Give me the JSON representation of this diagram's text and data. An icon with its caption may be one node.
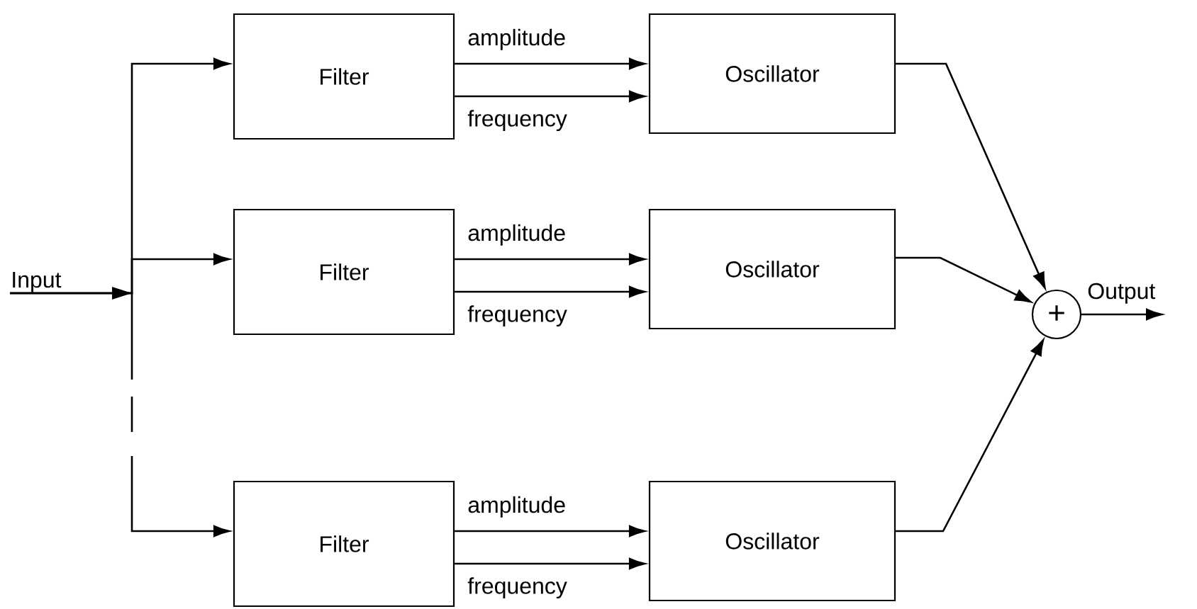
{
  "diagram": {
    "nodes": [
      {
        "text": [
          "Input"
        ]
      },
      {
        "text": [
          "Filter"
        ]
      },
      {
        "text": [
          "Filter"
        ]
      },
      {
        "text": [
          "Filter"
        ]
      },
      {
        "text": [
          "Oscillator"
        ]
      },
      {
        "text": [
          "Oscillator"
        ]
      },
      {
        "text": [
          "Oscillator"
        ]
      },
      {
        "text": [
          "+"
        ]
      }
    ],
    "edges": [
      {
        "from": 0,
        "to": 1,
        "arrow": "to"
      },
      {
        "from": 0,
        "to": 2,
        "arrow": "to"
      },
      {
        "from": 0,
        "to": 3,
        "arrow": "to",
        "style": "dashed"
      },
      {
        "from": 1,
        "to": 4,
        "arrow": "to",
        "label": "amplitude"
      },
      {
        "from": 1,
        "to": 4,
        "arrow": "to",
        "label": "frequency"
      },
      {
        "from": 2,
        "to": 5,
        "arrow": "to",
        "label": "amplitude"
      },
      {
        "from": 2,
        "to": 5,
        "arrow": "to",
        "label": "frequency"
      },
      {
        "from": 3,
        "to": 6,
        "arrow": "to",
        "label": "amplitude"
      },
      {
        "from": 3,
        "to": 6,
        "arrow": "to",
        "label": "frequency"
      },
      {
        "from": 4,
        "to": 7,
        "arrow": "to"
      },
      {
        "from": 5,
        "to": 7,
        "arrow": "to"
      },
      {
        "from": 6,
        "to": 7,
        "arrow": "to"
      },
      {
        "from": 7,
        "to": null,
        "arrow": "to",
        "label": "Output"
      }
    ]
  }
}
